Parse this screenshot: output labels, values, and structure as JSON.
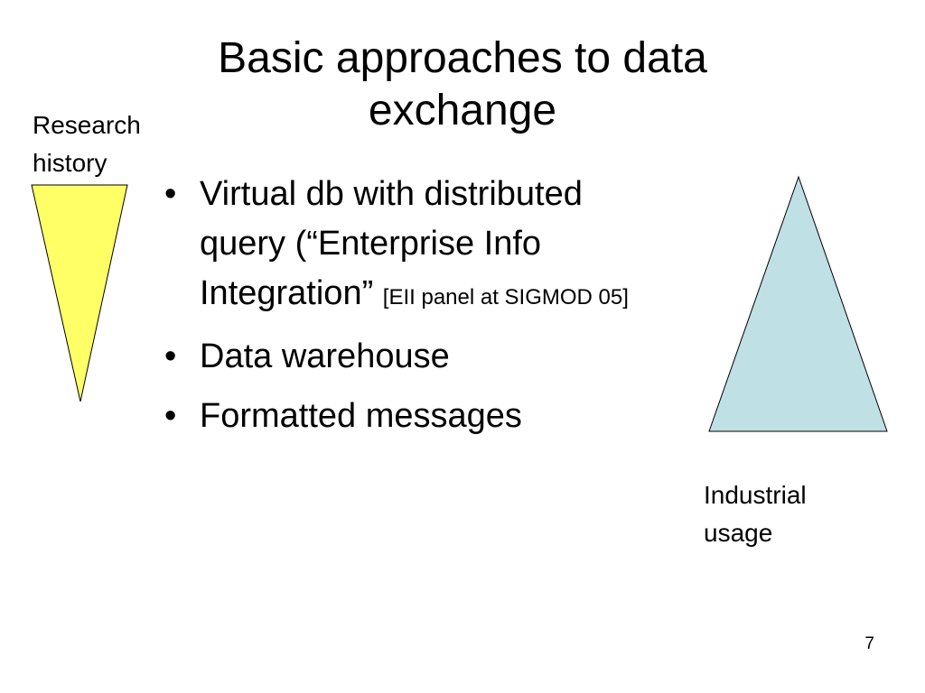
{
  "slide": {
    "title_line1": "Basic approaches to data",
    "title_line2": "exchange",
    "left_label_line1": "Research",
    "left_label_line2": "history",
    "right_label_line1": "Industrial",
    "right_label_line2": "usage",
    "bullet_glyph": "•",
    "bullets": [
      {
        "line1": "Virtual db with distributed",
        "line2": "query (“Enterprise Info",
        "line3": "Integration”",
        "note": "[EII panel at SIGMOD 05]"
      },
      {
        "text": "Data warehouse"
      },
      {
        "text": "Formatted messages"
      }
    ],
    "page_number": "7"
  },
  "colors": {
    "research_triangle_fill": "#ffff66",
    "industry_triangle_fill": "#bfe0e4",
    "outline": "#000000"
  }
}
